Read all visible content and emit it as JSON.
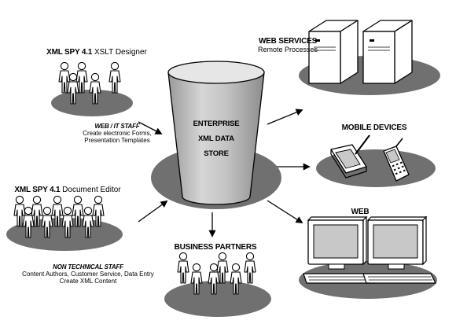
{
  "center": {
    "line1": "ENTERPRISE",
    "line2": "XML DATA",
    "line3": "STORE"
  },
  "xslt_group": {
    "product_bold": "XML SPY 4.1",
    "product_rest": "XSLT Designer",
    "staff_title": "WEB / IT STAFF",
    "staff_desc_line1": "Create electronic Forms,",
    "staff_desc_line2": "Presentation Templates"
  },
  "doc_group": {
    "product_bold": "XML SPY 4.1",
    "product_rest": "Document Editor",
    "staff_title": "NON TECHNICAL STAFF",
    "staff_desc_line1": "Content Authors, Customer Service, Data Entry",
    "staff_desc_line2": "Create XML Content"
  },
  "web_services": {
    "title": "WEB SERVICES",
    "subtitle": "Remote Processes"
  },
  "mobile": {
    "title": "MOBILE DEVICES"
  },
  "web": {
    "title": "WEB"
  },
  "partners": {
    "title": "BUSINESS PARTNERS"
  }
}
